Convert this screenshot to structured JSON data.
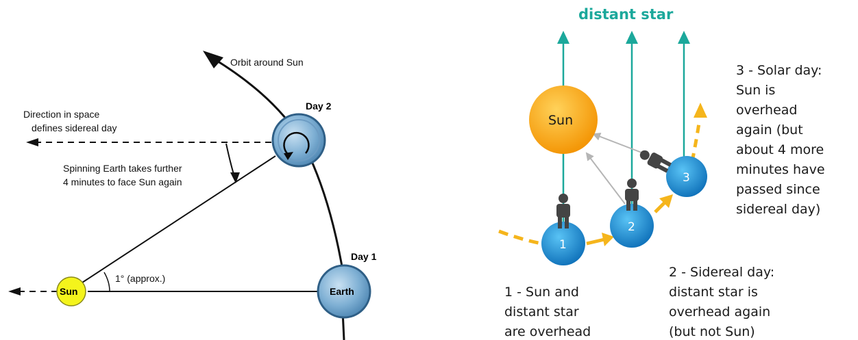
{
  "left_diagram": {
    "orbit_label": "Orbit around Sun",
    "day2_label": "Day 2",
    "day1_label": "Day 1",
    "direction_lines": [
      "Direction in space",
      "defines sidereal day"
    ],
    "spin_lines": [
      "Spinning Earth takes further",
      "4 minutes to face Sun again"
    ],
    "angle_label": "1° (approx.)",
    "sun_label": "Sun",
    "earth_label": "Earth"
  },
  "right_diagram": {
    "distant_star_label": "distant star",
    "sun_label": "Sun",
    "earth_numbers": [
      "1",
      "2",
      "3"
    ],
    "caption1_lines": [
      "1 - Sun and",
      "distant star",
      "are overhead"
    ],
    "caption2_lines": [
      "2 - Sidereal day:",
      "distant star is",
      "overhead again",
      "(but not Sun)"
    ],
    "caption3_lines": [
      "3 - Solar day:",
      "Sun is",
      "overhead",
      "again (but",
      "about 4 more",
      "minutes have",
      "passed since",
      "sidereal day)"
    ]
  },
  "colors": {
    "teal": "#1ba89b",
    "sun_orange": "#f7a116",
    "earth_blue": "#1f8ad6",
    "path_yellow": "#f5b51c",
    "left_earth": "#7fb0d4",
    "left_sun": "#f4f41c"
  },
  "icons": [
    "person-icon",
    "arrow-head-icon"
  ]
}
